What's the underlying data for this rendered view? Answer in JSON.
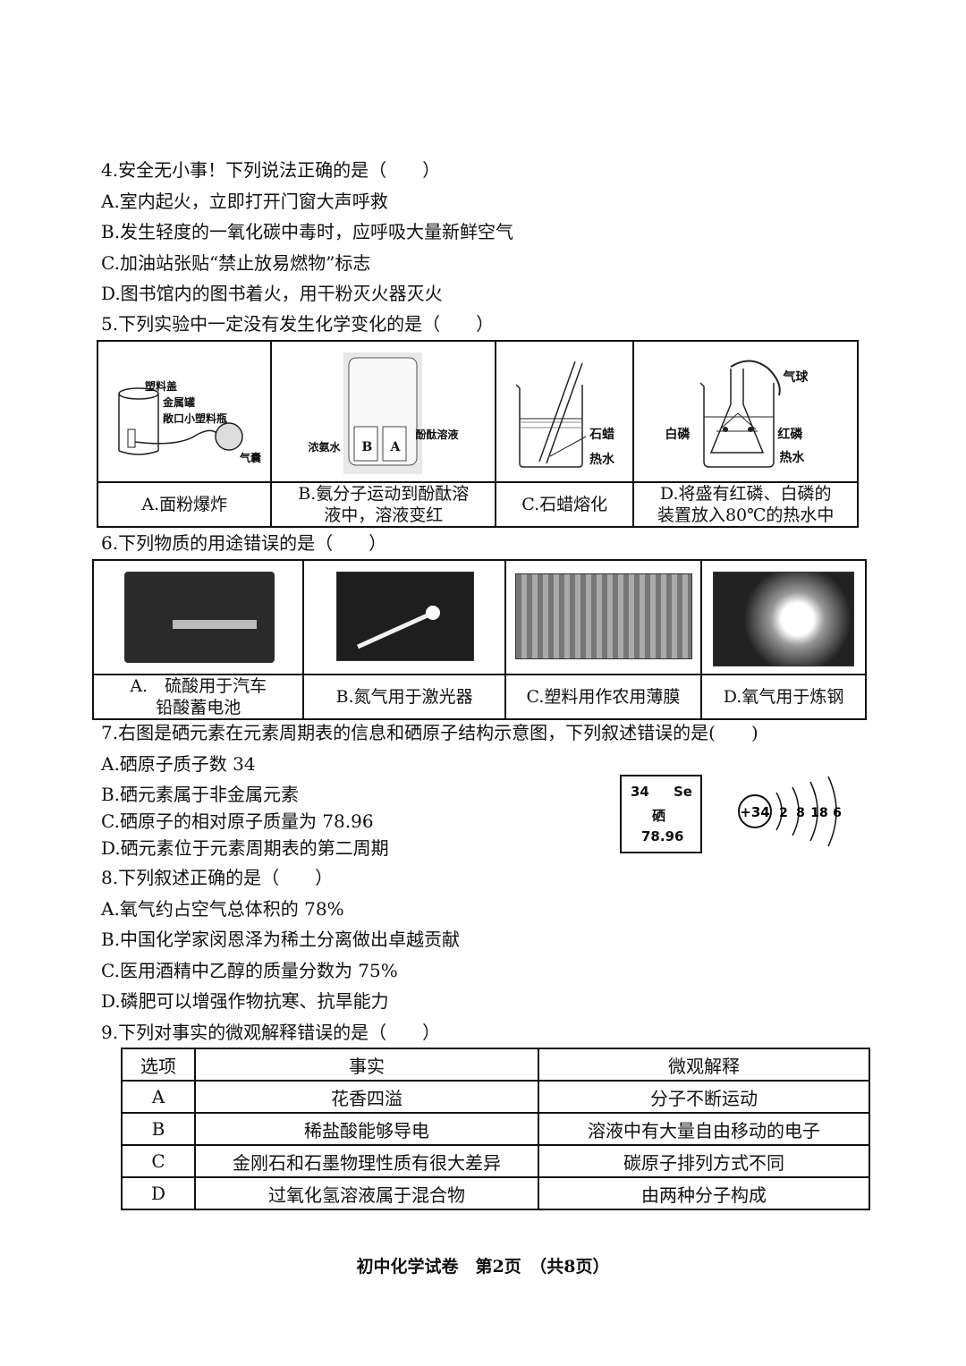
{
  "q4": {
    "stem": "4.安全无小事！下列说法正确的是（　　）",
    "options": [
      "A.室内起火，立即打开门窗大声呼救",
      "B.发生轻度的一氧化碳中毒时，应呼吸大量新鲜空气",
      "C.加油站张贴“禁止放易燃物”标志",
      "D.图书馆内的图书着火，用干粉灭火器灭火"
    ]
  },
  "q5": {
    "stem": "5.下列实验中一定没有发生化学变化的是（　　）",
    "figA_labels": [
      "塑料盖",
      "金属罐",
      "敞口小塑料瓶",
      "气囊"
    ],
    "figB_labels": [
      "浓氨水",
      "B",
      "A",
      "酚酞溶液"
    ],
    "figC_labels": [
      "石蜡",
      "热水"
    ],
    "figD_labels": [
      "气球",
      "白磷",
      "红磷",
      "热水"
    ],
    "captions": [
      {
        "l1": "A.面粉爆炸",
        "l2": ""
      },
      {
        "l1": "B.氨分子运动到酚酞溶",
        "l2": "液中，溶液变红"
      },
      {
        "l1": "C.石蜡熔化",
        "l2": ""
      },
      {
        "l1": "D.将盛有红磷、白磷的",
        "l2": "装置放入80℃的热水中"
      }
    ]
  },
  "q6": {
    "stem": "6.下列物质的用途错误的是（　　）",
    "captions": [
      {
        "l1": "A.　硫酸用于汽车",
        "l2": "铅酸蓄电池"
      },
      {
        "l1": "B.氮气用于激光器",
        "l2": ""
      },
      {
        "l1": "C.塑料用作农用薄膜",
        "l2": ""
      },
      {
        "l1": "D.氧气用于炼钢",
        "l2": ""
      }
    ]
  },
  "q7": {
    "stem": "7.右图是硒元素在元素周期表的信息和硒原子结构示意图，下列叙述错误的是(　　)",
    "options": [
      "A.硒原子质子数 34",
      "B.硒元素属于非金属元素",
      "C.硒原子的相对原子质量为 78.96",
      "D.硒元素位于元素周期表的第二周期"
    ],
    "element": {
      "number": "34",
      "symbol": "Se",
      "name": "硒",
      "mass": "78.96"
    },
    "atom": {
      "nucleus": "+34",
      "shells": [
        "2",
        "8",
        "18",
        "6"
      ]
    }
  },
  "q8": {
    "stem": "8.下列叙述正确的是（　　）",
    "options": [
      "A.氧气约占空气总体积的 78%",
      "B.中国化学家闵恩泽为稀土分离做出卓越贡献",
      "C.医用酒精中乙醇的质量分数为 75%",
      "D.磷肥可以增强作物抗寒、抗旱能力"
    ]
  },
  "q9": {
    "stem": "9.下列对事实的微观解释错误的是（　　）",
    "headers": [
      "选项",
      "事实",
      "微观解释"
    ],
    "rows": [
      [
        "A",
        "花香四溢",
        "分子不断运动"
      ],
      [
        "B",
        "稀盐酸能够导电",
        "溶液中有大量自由移动的电子"
      ],
      [
        "C",
        "金刚石和石墨物理性质有很大差异",
        "碳原子排列方式不同"
      ],
      [
        "D",
        "过氧化氢溶液属于混合物",
        "由两种分子构成"
      ]
    ]
  },
  "footer": "初中化学试卷　第2页　（共8页）"
}
